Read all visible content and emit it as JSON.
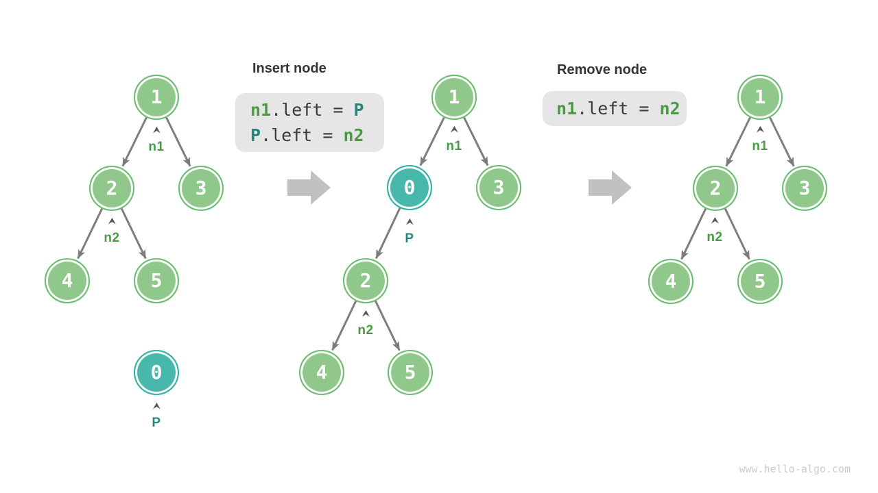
{
  "page": {
    "watermark": "www.hello-algo.com"
  },
  "colors": {
    "node_green_fill": "#8fc88a",
    "node_green_border": "#69bd6f",
    "node_teal_fill": "#49b8ac",
    "node_teal_border": "#2db3a6",
    "node_text": "#ffffff",
    "edge": "#7d7d7d",
    "caret": "#575757",
    "label_green": "#4a9a44",
    "label_teal": "#2a867d",
    "heading_text": "#343434",
    "code_bg": "#e6e6e6",
    "code_text": "#3a3a3a",
    "big_arrow": "#c1c1c1",
    "watermark_text": "#cbcbcb"
  },
  "headings": {
    "insert": "Insert node",
    "remove": "Remove node"
  },
  "code": {
    "insert": {
      "lines": [
        {
          "a": "n1",
          "mid": ".left = ",
          "b": "P",
          "a_color": "green",
          "b_color": "teal"
        },
        {
          "a": "P",
          "mid": ".left = ",
          "b": "n2",
          "a_color": "teal",
          "b_color": "green"
        }
      ]
    },
    "remove": {
      "lines": [
        {
          "a": "n1",
          "mid": ".left = ",
          "b": "n2",
          "a_color": "green",
          "b_color": "green"
        }
      ]
    }
  },
  "trees": {
    "left": {
      "nodes": {
        "n1": {
          "value": "1"
        },
        "n2": {
          "value": "2"
        },
        "n3": {
          "value": "3"
        },
        "n4": {
          "value": "4"
        },
        "n5": {
          "value": "5"
        },
        "p0": {
          "value": "0"
        }
      },
      "labels": {
        "n1": "n1",
        "n2": "n2",
        "p": "P"
      },
      "edges": [
        "n1-n2",
        "n1-n3",
        "n2-n4",
        "n2-n5"
      ]
    },
    "middle": {
      "nodes": {
        "n1": {
          "value": "1"
        },
        "p0": {
          "value": "0"
        },
        "n3": {
          "value": "3"
        },
        "n2": {
          "value": "2"
        },
        "n4": {
          "value": "4"
        },
        "n5": {
          "value": "5"
        }
      },
      "labels": {
        "n1": "n1",
        "p": "P",
        "n2": "n2"
      },
      "edges": [
        "n1-p0",
        "n1-n3",
        "p0-n2",
        "n2-n4",
        "n2-n5"
      ]
    },
    "right": {
      "nodes": {
        "n1": {
          "value": "1"
        },
        "n2": {
          "value": "2"
        },
        "n3": {
          "value": "3"
        },
        "n4": {
          "value": "4"
        },
        "n5": {
          "value": "5"
        }
      },
      "labels": {
        "n1": "n1",
        "n2": "n2"
      },
      "edges": [
        "n1-n2",
        "n1-n3",
        "n2-n4",
        "n2-n5"
      ]
    }
  }
}
